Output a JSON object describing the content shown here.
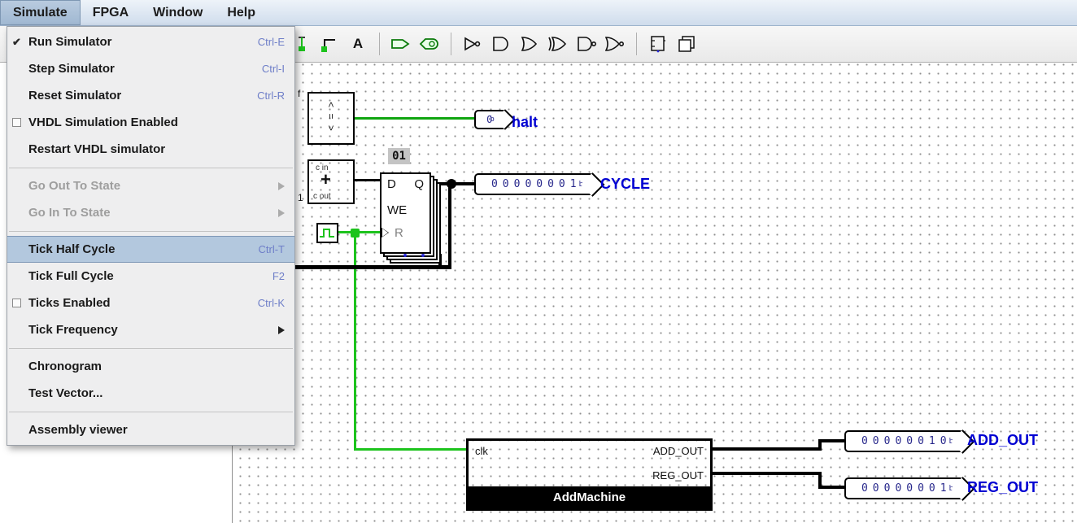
{
  "menubar": {
    "items": [
      {
        "label": "Simulate",
        "active": true
      },
      {
        "label": "FPGA"
      },
      {
        "label": "Window"
      },
      {
        "label": "Help"
      }
    ]
  },
  "simulate_menu": {
    "items": [
      {
        "label": "Run Simulator",
        "shortcut": "Ctrl-E",
        "checked": true
      },
      {
        "label": "Step Simulator",
        "shortcut": "Ctrl-I"
      },
      {
        "label": "Reset Simulator",
        "shortcut": "Ctrl-R"
      },
      {
        "label": "VHDL Simulation Enabled",
        "checked": false
      },
      {
        "label": "Restart VHDL simulator"
      },
      {
        "label": "Go Out To State",
        "disabled": true,
        "submenu": true
      },
      {
        "label": "Go In To State",
        "disabled": true,
        "submenu": true
      },
      {
        "label": "Tick Half Cycle",
        "shortcut": "Ctrl-T",
        "highlighted": true
      },
      {
        "label": "Tick Full Cycle",
        "shortcut": "F2"
      },
      {
        "label": "Ticks Enabled",
        "shortcut": "Ctrl-K",
        "checked": false
      },
      {
        "label": "Tick Frequency",
        "submenu": true
      },
      {
        "label": "Chronogram"
      },
      {
        "label": "Test Vector..."
      },
      {
        "label": "Assembly viewer"
      }
    ]
  },
  "toolbar": {
    "text_tool_label": "A",
    "tools": [
      "wiring-tool",
      "add-wire-tool",
      "text-tool",
      "input-pin",
      "output-pin",
      "not-gate",
      "and-gate",
      "or-gate",
      "xor-gate",
      "nand-gate",
      "nor-gate",
      "flipflop",
      "register"
    ]
  },
  "circuit": {
    "comparator": {
      "label": "f",
      "symbols": "< = >"
    },
    "adder": {
      "carry_in": "c in",
      "plus": "+",
      "carry_out": "c out",
      "input_label": "1"
    },
    "register_value_box": "01",
    "flipflop": {
      "d": "D",
      "q": "Q",
      "we": "WE",
      "r": "R"
    },
    "probes": {
      "halt": {
        "value": "0",
        "base": "b",
        "label": "halt"
      },
      "cycle": {
        "value": "00000001",
        "base": "b",
        "label": "CYCLE"
      },
      "add_out": {
        "value": "00000010",
        "base": "b",
        "label": "ADD_OUT"
      },
      "reg_out": {
        "value": "00000001",
        "base": "b",
        "label": "REG_OUT"
      }
    },
    "addmachine": {
      "title": "AddMachine",
      "clk": "clk",
      "out1": "ADD_OUT",
      "out2": "REG_OUT"
    }
  },
  "colors": {
    "wire_active_green": "#1dc31d",
    "wire_green_dark": "#0fa50f",
    "bus_black": "#000000",
    "net_label_blue": "#0000d2",
    "value_navy": "#28288c",
    "menu_highlight": "#b3c8de",
    "shortcut_blue": "#6e7ec8"
  }
}
